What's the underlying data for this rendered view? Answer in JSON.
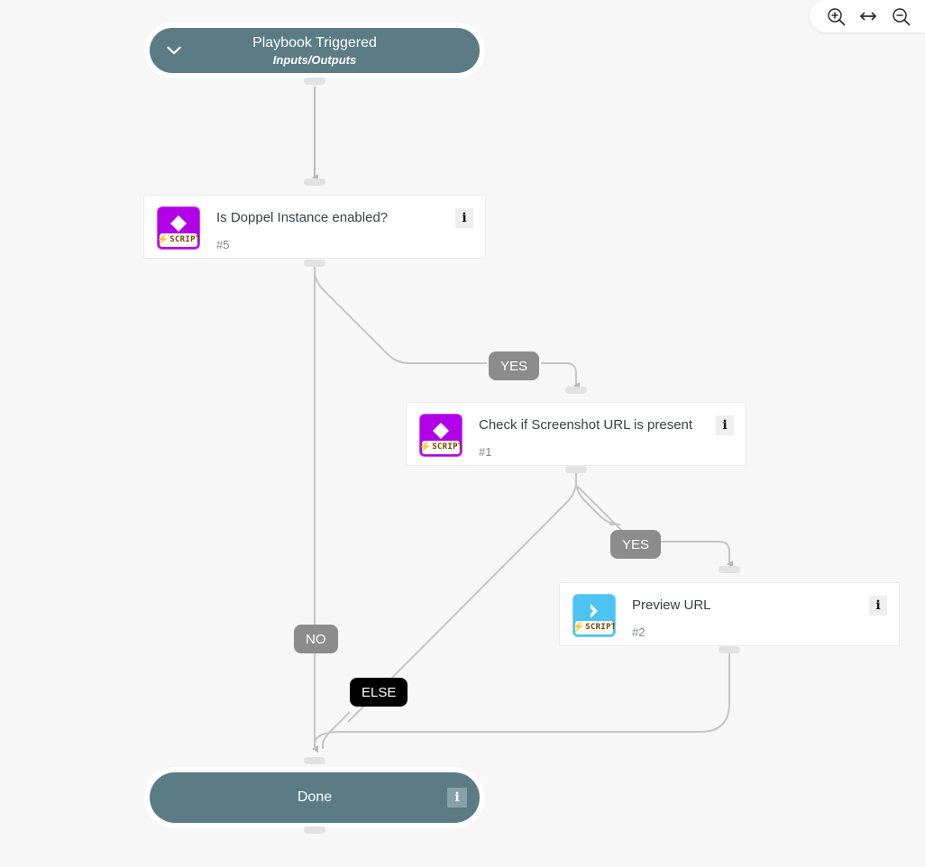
{
  "canvas": {
    "background_color": "#f7f7f8",
    "edge_color": "#c5c5c5",
    "handle_color": "#e2e2e2"
  },
  "zoom_controls": {
    "zoom_in_label": "zoom-in",
    "fit_label": "fit-to-screen",
    "zoom_out_label": "zoom-out"
  },
  "nodes": {
    "trigger": {
      "title": "Playbook Triggered",
      "subtitle": "Inputs/Outputs",
      "color": "#5b7c85",
      "chevron": "chevron-down"
    },
    "doppel": {
      "title": "Is Doppel Instance enabled?",
      "subtitle": "#5",
      "icon_name": "script-diamond-icon",
      "icon_color": "#b100e8",
      "badge_label": "SCRIPT",
      "badge_bolt": "⚡",
      "info_label": "i"
    },
    "screenshot": {
      "title": "Check if Screenshot URL is present",
      "subtitle": "#1",
      "icon_name": "script-diamond-icon",
      "icon_color": "#b100e8",
      "badge_label": "SCRIPT",
      "badge_bolt": "⚡",
      "info_label": "i"
    },
    "preview": {
      "title": "Preview URL",
      "subtitle": "#2",
      "icon_name": "script-chevron-icon",
      "icon_color": "#4cc3f0",
      "badge_label": "SCRIPT",
      "badge_bolt": "⚡",
      "info_label": "i"
    },
    "done": {
      "title": "Done",
      "color": "#5b7c85",
      "info_label": "i"
    }
  },
  "edge_labels": {
    "yes_top": "YES",
    "yes_mid": "YES",
    "no": "NO",
    "else": "ELSE"
  }
}
